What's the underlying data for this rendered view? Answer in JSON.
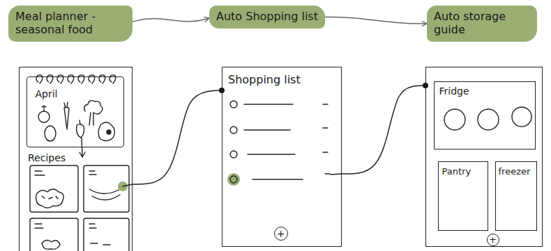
{
  "diagram": {
    "nodes": [
      {
        "text": [
          "Meal planner - seasonal food"
        ]
      },
      {
        "text": [
          "Auto Shopping list"
        ]
      },
      {
        "text": [
          "Auto storage guide"
        ]
      },
      {
        "text": [
          "Recipes"
        ]
      },
      {
        "text": [
          "April"
        ],
        "in": 3
      },
      {
        "text": [
          "Shopping list"
        ]
      },
      {
        "text": [
          "+"
        ],
        "in": 5
      },
      {
        "text": []
      },
      {
        "text": [
          "Fridge"
        ],
        "in": 7
      },
      {
        "text": [
          "Pantry"
        ],
        "in": 7
      },
      {
        "text": [
          "freezer"
        ],
        "in": 7
      },
      {
        "text": [
          "+"
        ],
        "in": 7
      }
    ],
    "edges": [
      {
        "from": 0,
        "to": 1,
        "arrow": "to"
      },
      {
        "from": 1,
        "to": 2,
        "arrow": "to"
      },
      {
        "from": 3,
        "to": 5,
        "arrow": "none"
      },
      {
        "from": 5,
        "to": 7,
        "arrow": "none"
      }
    ]
  }
}
